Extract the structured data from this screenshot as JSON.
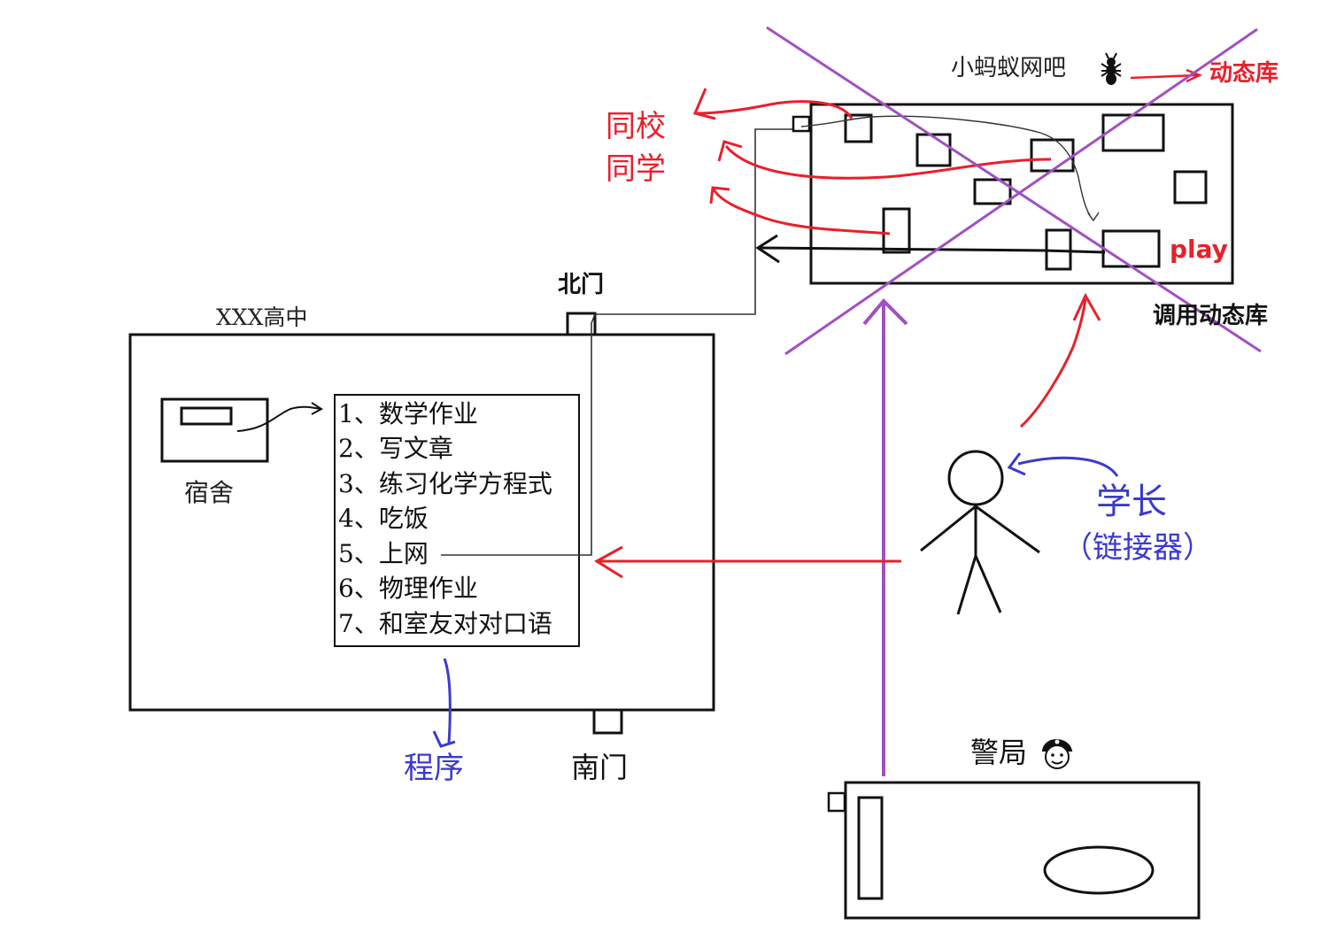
{
  "school": {
    "title": "XXX高中",
    "north_gate": "北门",
    "south_gate": "南门",
    "dorm": "宿舍",
    "program_label": "程序",
    "tasks": [
      "1、数学作业",
      "2、写文章",
      "3、练习化学方程式",
      "4、吃饭",
      "5、上网",
      "6、物理作业",
      "7、和室友对对口语"
    ]
  },
  "netcafe": {
    "title": "小蚂蚁网吧",
    "dynamic_lib": "动态库",
    "call_dynamic_lib": "调用动态库",
    "play_label": "play",
    "classmates_line1": "同校",
    "classmates_line2": "同学"
  },
  "senior": {
    "name": "学长",
    "role": "（链接器）"
  },
  "police": {
    "title": "警局"
  },
  "colors": {
    "red": "#e8202a",
    "blue": "#3a3ad0",
    "purple": "#a050c0",
    "black": "#111111"
  },
  "icons": [
    "ant-icon",
    "police-icon",
    "stick-figure-icon"
  ]
}
